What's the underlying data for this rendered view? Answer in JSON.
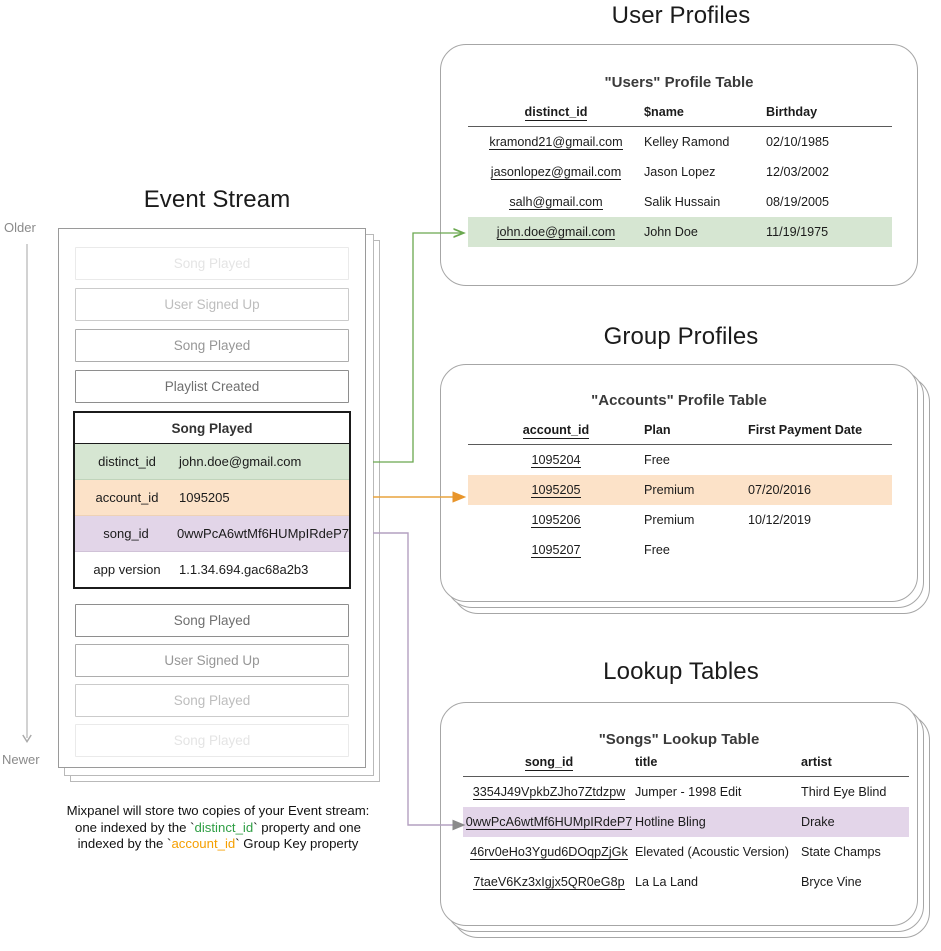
{
  "sections": {
    "event_stream_title": "Event Stream",
    "user_profiles_title": "User Profiles",
    "group_profiles_title": "Group Profiles",
    "lookup_tables_title": "Lookup Tables"
  },
  "time_axis": {
    "older": "Older",
    "newer": "Newer"
  },
  "event_stream": {
    "events_above": [
      {
        "label": "Song Played",
        "fade": "fade-1"
      },
      {
        "label": "User Signed Up",
        "fade": "fade-2"
      },
      {
        "label": "Song Played",
        "fade": "fade-3"
      },
      {
        "label": "Playlist Created",
        "fade": ""
      }
    ],
    "events_below": [
      {
        "label": "Song Played",
        "fade": ""
      },
      {
        "label": "User Signed Up",
        "fade": "fade-3"
      },
      {
        "label": "Song Played",
        "fade": "fade-2"
      },
      {
        "label": "Song Played",
        "fade": "fade-1"
      }
    ],
    "focus_event": {
      "name": "Song Played",
      "properties": [
        {
          "key": "distinct_id",
          "value": "john.doe@gmail.com",
          "highlight": "green"
        },
        {
          "key": "account_id",
          "value": "1095205",
          "highlight": "orange"
        },
        {
          "key": "song_id",
          "value": "0wwPcA6wtMf6HUMpIRdeP7",
          "highlight": "purple"
        },
        {
          "key": "app version",
          "value": "1.1.34.694.gac68a2b3",
          "highlight": "none"
        }
      ]
    },
    "caption": {
      "line1": "Mixpanel will store two copies of your Event stream:",
      "line2_a": "one indexed by the `",
      "line2_token": "distinct_id",
      "line2_b": "` property and one",
      "line3_a": "indexed by the `",
      "line3_token": "account_id",
      "line3_b": "` Group Key property"
    }
  },
  "users_table": {
    "title": "\"Users\" Profile Table",
    "columns": [
      "distinct_id",
      "$name",
      "Birthday"
    ],
    "rows": [
      {
        "cells": [
          "kramond21@gmail.com",
          "Kelley Ramond",
          "02/10/1985"
        ],
        "highlight": "none"
      },
      {
        "cells": [
          "jasonlopez@gmail.com",
          "Jason Lopez",
          "12/03/2002"
        ],
        "highlight": "none"
      },
      {
        "cells": [
          "salh@gmail.com",
          "Salik Hussain",
          "08/19/2005"
        ],
        "highlight": "none"
      },
      {
        "cells": [
          "john.doe@gmail.com",
          "John Doe",
          "11/19/1975"
        ],
        "highlight": "green"
      }
    ]
  },
  "accounts_table": {
    "title": "\"Accounts\" Profile Table",
    "columns": [
      "account_id",
      "Plan",
      "First Payment Date"
    ],
    "rows": [
      {
        "cells": [
          "1095204",
          "Free",
          ""
        ],
        "highlight": "none"
      },
      {
        "cells": [
          "1095205",
          "Premium",
          "07/20/2016"
        ],
        "highlight": "orange"
      },
      {
        "cells": [
          "1095206",
          "Premium",
          "10/12/2019"
        ],
        "highlight": "none"
      },
      {
        "cells": [
          "1095207",
          "Free",
          ""
        ],
        "highlight": "none"
      }
    ]
  },
  "songs_table": {
    "title": "\"Songs\" Lookup Table",
    "columns": [
      "song_id",
      "title",
      "artist"
    ],
    "rows": [
      {
        "cells": [
          "3354J49VpkbZJho7Ztdzpw",
          "Jumper - 1998 Edit",
          "Third Eye Blind"
        ],
        "highlight": "none"
      },
      {
        "cells": [
          "0wwPcA6wtMf6HUMpIRdeP7",
          "Hotline Bling",
          "Drake"
        ],
        "highlight": "purple"
      },
      {
        "cells": [
          "46rv0eHo3Ygud6DOqpZjGk",
          "Elevated (Acoustic Version)",
          "State Champs"
        ],
        "highlight": "none"
      },
      {
        "cells": [
          "7taeV6Kz3xIgjx5QR0eG8p",
          "La La Land",
          "Bryce Vine"
        ],
        "highlight": "none"
      }
    ]
  },
  "colors": {
    "green": "#d6e6d2",
    "orange": "#fce2c8",
    "purple": "#e3d5e9",
    "green_line": "#6aa84f",
    "orange_line": "#e8a33d",
    "purple_line": "#b4a0c0",
    "card_border": "#a6a6a6",
    "token_green": "#2f9e44",
    "token_orange": "#f59f00"
  }
}
